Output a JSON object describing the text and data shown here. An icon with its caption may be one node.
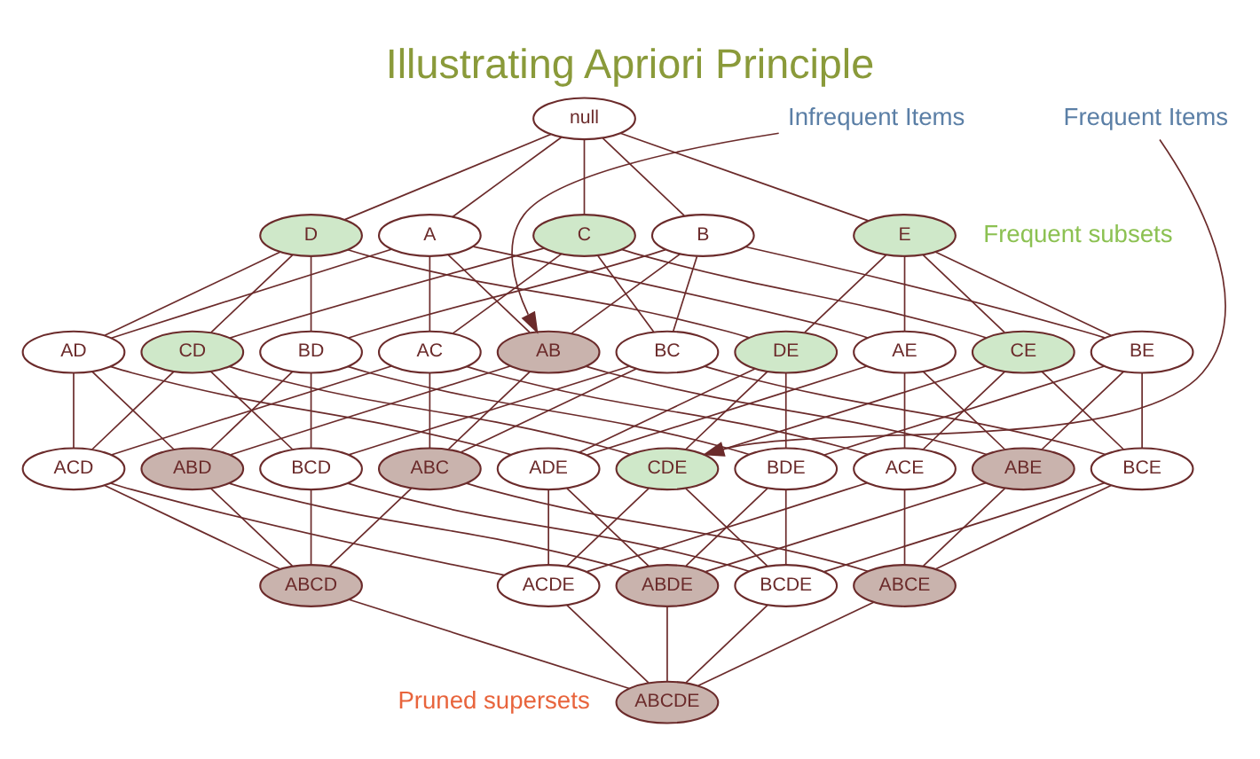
{
  "diagram": {
    "title": "Illustrating Apriori Principle",
    "nodes": [
      {
        "text": [
          "null"
        ]
      },
      {
        "text": [
          "A"
        ]
      },
      {
        "text": [
          "B"
        ]
      },
      {
        "text": [
          "C"
        ]
      },
      {
        "text": [
          "D"
        ]
      },
      {
        "text": [
          "E"
        ]
      },
      {
        "text": [
          "AB"
        ]
      },
      {
        "text": [
          "AC"
        ]
      },
      {
        "text": [
          "AD"
        ]
      },
      {
        "text": [
          "AE"
        ]
      },
      {
        "text": [
          "BC"
        ]
      },
      {
        "text": [
          "BD"
        ]
      },
      {
        "text": [
          "BE"
        ]
      },
      {
        "text": [
          "CD"
        ]
      },
      {
        "text": [
          "CE"
        ]
      },
      {
        "text": [
          "DE"
        ]
      },
      {
        "text": [
          "ABC"
        ]
      },
      {
        "text": [
          "ABD"
        ]
      },
      {
        "text": [
          "ABE"
        ]
      },
      {
        "text": [
          "ACD"
        ]
      },
      {
        "text": [
          "ACE"
        ]
      },
      {
        "text": [
          "ADE"
        ]
      },
      {
        "text": [
          "BCD"
        ]
      },
      {
        "text": [
          "BCE"
        ]
      },
      {
        "text": [
          "BDE"
        ]
      },
      {
        "text": [
          "CDE"
        ]
      },
      {
        "text": [
          "ABCD"
        ]
      },
      {
        "text": [
          "ABCE"
        ]
      },
      {
        "text": [
          "ABDE"
        ]
      },
      {
        "text": [
          "ACDE"
        ]
      },
      {
        "text": [
          "BCDE"
        ]
      },
      {
        "text": [
          "ABCDE"
        ]
      },
      {
        "text": [
          "Infrequent Items"
        ]
      },
      {
        "text": [
          "Frequent Items"
        ]
      }
    ],
    "edges": [
      {
        "from": 0,
        "to": 1,
        "arrow": "none"
      },
      {
        "from": 0,
        "to": 2,
        "arrow": "none"
      },
      {
        "from": 0,
        "to": 3,
        "arrow": "none"
      },
      {
        "from": 0,
        "to": 4,
        "arrow": "none"
      },
      {
        "from": 0,
        "to": 5,
        "arrow": "none"
      },
      {
        "from": 1,
        "to": 6,
        "arrow": "none"
      },
      {
        "from": 1,
        "to": 7,
        "arrow": "none"
      },
      {
        "from": 1,
        "to": 8,
        "arrow": "none"
      },
      {
        "from": 1,
        "to": 9,
        "arrow": "none"
      },
      {
        "from": 2,
        "to": 6,
        "arrow": "none"
      },
      {
        "from": 2,
        "to": 10,
        "arrow": "none"
      },
      {
        "from": 2,
        "to": 11,
        "arrow": "none"
      },
      {
        "from": 2,
        "to": 12,
        "arrow": "none"
      },
      {
        "from": 3,
        "to": 7,
        "arrow": "none"
      },
      {
        "from": 3,
        "to": 10,
        "arrow": "none"
      },
      {
        "from": 3,
        "to": 13,
        "arrow": "none"
      },
      {
        "from": 3,
        "to": 14,
        "arrow": "none"
      },
      {
        "from": 4,
        "to": 8,
        "arrow": "none"
      },
      {
        "from": 4,
        "to": 11,
        "arrow": "none"
      },
      {
        "from": 4,
        "to": 13,
        "arrow": "none"
      },
      {
        "from": 4,
        "to": 15,
        "arrow": "none"
      },
      {
        "from": 5,
        "to": 9,
        "arrow": "none"
      },
      {
        "from": 5,
        "to": 12,
        "arrow": "none"
      },
      {
        "from": 5,
        "to": 14,
        "arrow": "none"
      },
      {
        "from": 5,
        "to": 15,
        "arrow": "none"
      },
      {
        "from": 6,
        "to": 16,
        "arrow": "none"
      },
      {
        "from": 6,
        "to": 17,
        "arrow": "none"
      },
      {
        "from": 6,
        "to": 18,
        "arrow": "none"
      },
      {
        "from": 7,
        "to": 16,
        "arrow": "none"
      },
      {
        "from": 7,
        "to": 19,
        "arrow": "none"
      },
      {
        "from": 7,
        "to": 20,
        "arrow": "none"
      },
      {
        "from": 8,
        "to": 17,
        "arrow": "none"
      },
      {
        "from": 8,
        "to": 19,
        "arrow": "none"
      },
      {
        "from": 8,
        "to": 21,
        "arrow": "none"
      },
      {
        "from": 9,
        "to": 18,
        "arrow": "none"
      },
      {
        "from": 9,
        "to": 20,
        "arrow": "none"
      },
      {
        "from": 9,
        "to": 21,
        "arrow": "none"
      },
      {
        "from": 10,
        "to": 16,
        "arrow": "none"
      },
      {
        "from": 10,
        "to": 22,
        "arrow": "none"
      },
      {
        "from": 10,
        "to": 23,
        "arrow": "none"
      },
      {
        "from": 11,
        "to": 17,
        "arrow": "none"
      },
      {
        "from": 11,
        "to": 22,
        "arrow": "none"
      },
      {
        "from": 11,
        "to": 24,
        "arrow": "none"
      },
      {
        "from": 12,
        "to": 18,
        "arrow": "none"
      },
      {
        "from": 12,
        "to": 23,
        "arrow": "none"
      },
      {
        "from": 12,
        "to": 24,
        "arrow": "none"
      },
      {
        "from": 13,
        "to": 19,
        "arrow": "none"
      },
      {
        "from": 13,
        "to": 22,
        "arrow": "none"
      },
      {
        "from": 13,
        "to": 25,
        "arrow": "none"
      },
      {
        "from": 14,
        "to": 20,
        "arrow": "none"
      },
      {
        "from": 14,
        "to": 23,
        "arrow": "none"
      },
      {
        "from": 14,
        "to": 25,
        "arrow": "none"
      },
      {
        "from": 15,
        "to": 21,
        "arrow": "none"
      },
      {
        "from": 15,
        "to": 24,
        "arrow": "none"
      },
      {
        "from": 15,
        "to": 25,
        "arrow": "none"
      },
      {
        "from": 16,
        "to": 26,
        "arrow": "none"
      },
      {
        "from": 16,
        "to": 27,
        "arrow": "none"
      },
      {
        "from": 17,
        "to": 26,
        "arrow": "none"
      },
      {
        "from": 17,
        "to": 28,
        "arrow": "none"
      },
      {
        "from": 18,
        "to": 27,
        "arrow": "none"
      },
      {
        "from": 18,
        "to": 28,
        "arrow": "none"
      },
      {
        "from": 19,
        "to": 26,
        "arrow": "none"
      },
      {
        "from": 19,
        "to": 29,
        "arrow": "none"
      },
      {
        "from": 20,
        "to": 27,
        "arrow": "none"
      },
      {
        "from": 20,
        "to": 29,
        "arrow": "none"
      },
      {
        "from": 21,
        "to": 28,
        "arrow": "none"
      },
      {
        "from": 21,
        "to": 29,
        "arrow": "none"
      },
      {
        "from": 22,
        "to": 26,
        "arrow": "none"
      },
      {
        "from": 22,
        "to": 30,
        "arrow": "none"
      },
      {
        "from": 23,
        "to": 27,
        "arrow": "none"
      },
      {
        "from": 23,
        "to": 30,
        "arrow": "none"
      },
      {
        "from": 24,
        "to": 28,
        "arrow": "none"
      },
      {
        "from": 24,
        "to": 30,
        "arrow": "none"
      },
      {
        "from": 25,
        "to": 29,
        "arrow": "none"
      },
      {
        "from": 25,
        "to": 30,
        "arrow": "none"
      },
      {
        "from": 26,
        "to": 31,
        "arrow": "none"
      },
      {
        "from": 27,
        "to": 31,
        "arrow": "none"
      },
      {
        "from": 28,
        "to": 31,
        "arrow": "none"
      },
      {
        "from": 29,
        "to": 31,
        "arrow": "none"
      },
      {
        "from": 30,
        "to": 31,
        "arrow": "none"
      },
      {
        "from": 32,
        "to": 6,
        "arrow": "to"
      },
      {
        "from": 33,
        "to": 25,
        "arrow": "to"
      }
    ],
    "labels": [
      "Frequent subsets",
      "Pruned supersets"
    ]
  }
}
